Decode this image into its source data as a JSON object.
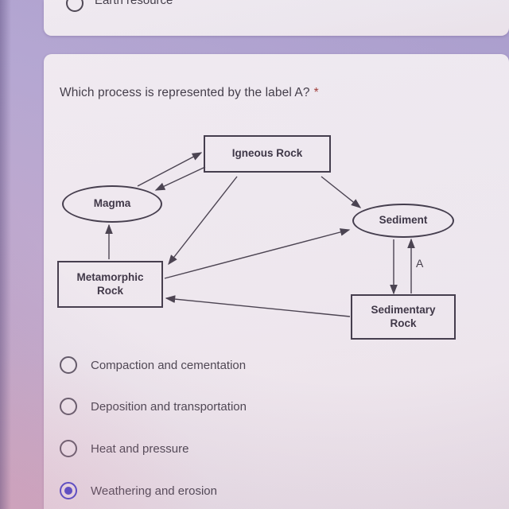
{
  "prev_card": {
    "option_label": "Earth resource"
  },
  "question_card": {
    "question": "Which process is represented by the label A?",
    "required_marker": "*"
  },
  "diagram": {
    "nodes": {
      "igneous": "Igneous Rock",
      "magma": "Magma",
      "sediment": "Sediment",
      "metamorphic": "Metamorphic Rock",
      "sedimentary": "Sedimentary Rock"
    },
    "label_a": "A"
  },
  "options": [
    {
      "label": "Compaction and cementation",
      "selected": false
    },
    {
      "label": "Deposition and transportation",
      "selected": false
    },
    {
      "label": "Heat and pressure",
      "selected": false
    },
    {
      "label": "Weathering and erosion",
      "selected": true
    }
  ],
  "colors": {
    "selected_radio": "#3c3ccd",
    "card_background": "#f2eef3",
    "page_background": "#b5a9d4",
    "diagram_stroke": "#443f4b",
    "required_asterisk": "#a03b34"
  }
}
